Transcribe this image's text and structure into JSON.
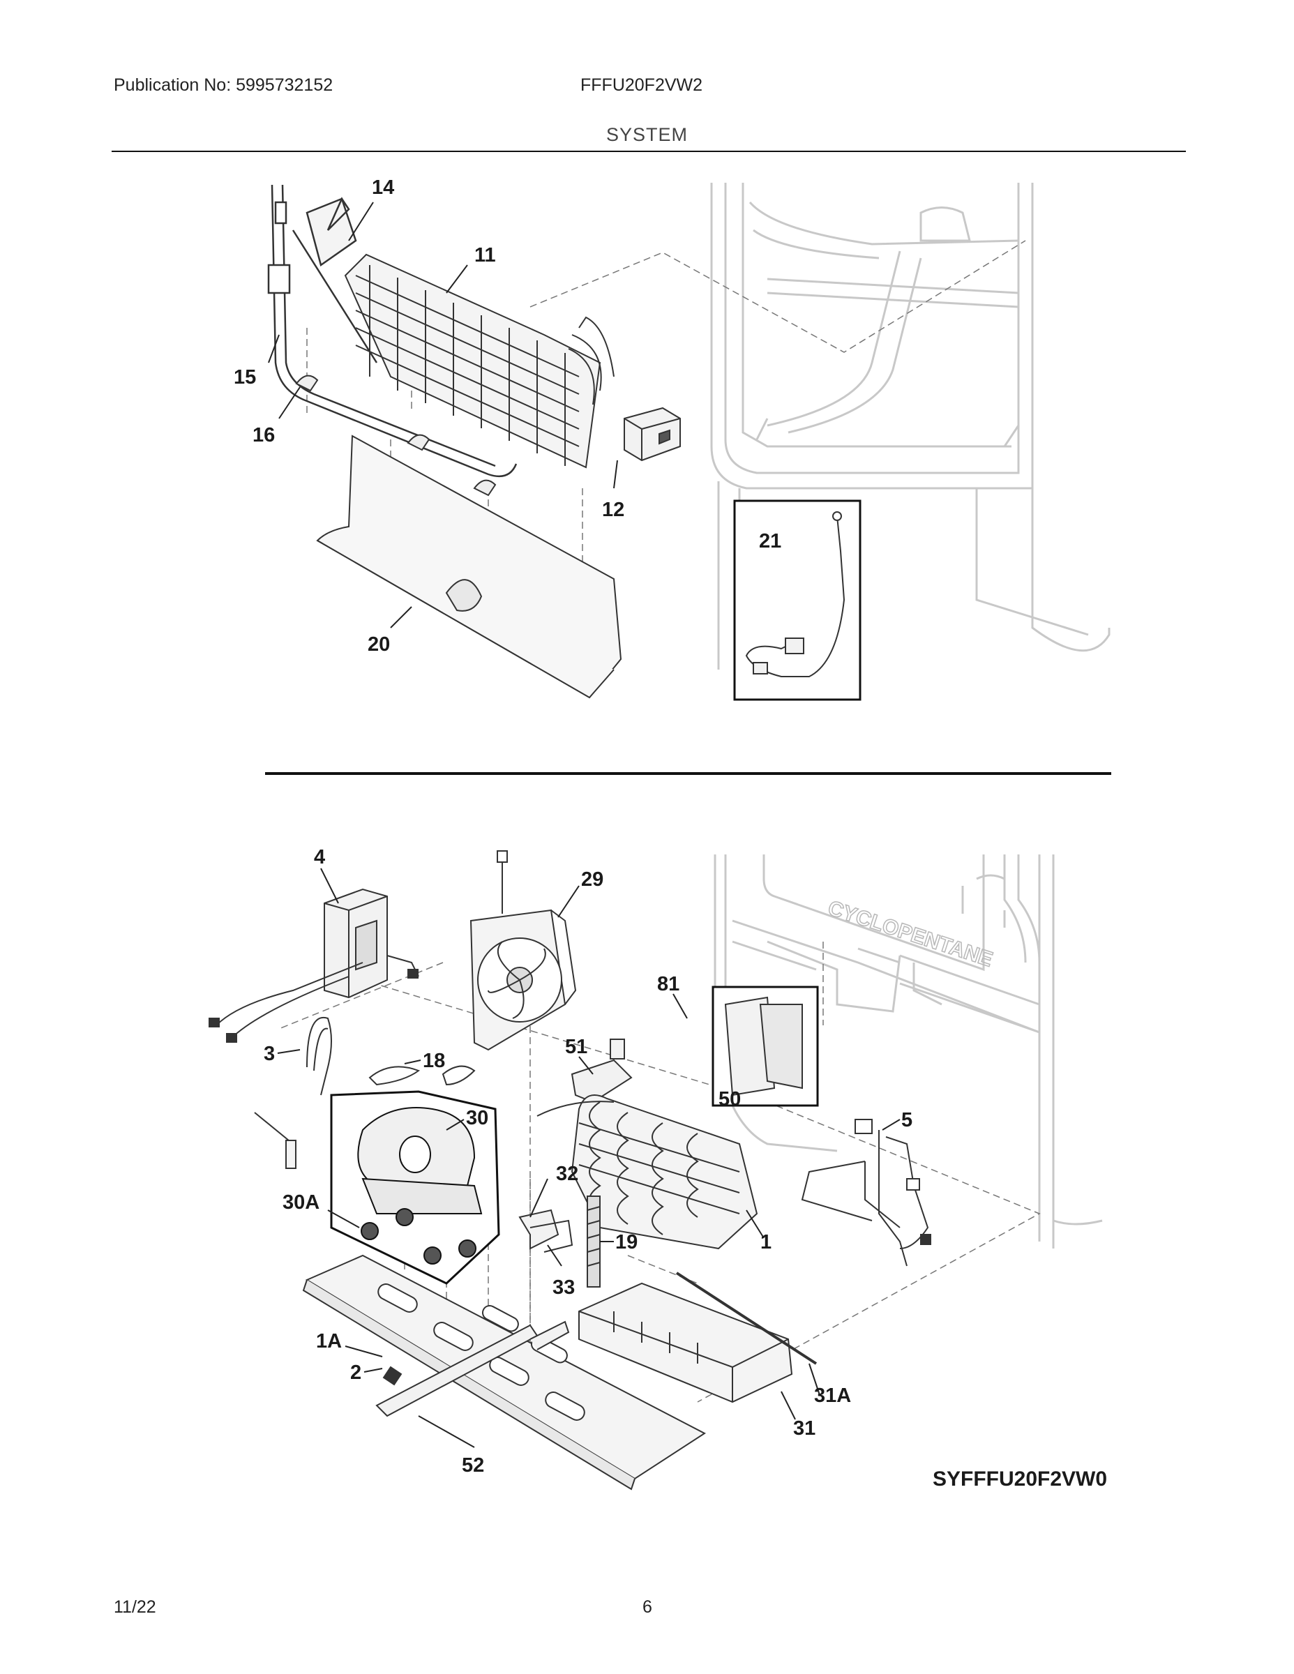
{
  "header": {
    "publication": "Publication No: 5995732152",
    "model": "FFFU20F2VW2",
    "section": "SYSTEM"
  },
  "diagram_code": "SYFFFU20F2VW0",
  "callouts": {
    "c14": "14",
    "c11": "11",
    "c15": "15",
    "c16": "16",
    "c12": "12",
    "c20": "20",
    "c21": "21",
    "c4": "4",
    "c29": "29",
    "c81": "81",
    "c3": "3",
    "c18": "18",
    "c51": "51",
    "c50": "50",
    "c30": "30",
    "c5": "5",
    "c30A": "30A",
    "c32": "32",
    "c19": "19",
    "c1": "1",
    "c33": "33",
    "c1A": "1A",
    "c2": "2",
    "c31A": "31A",
    "c31": "31",
    "c52": "52"
  },
  "cabinet_text": "CYCLOPENTANE",
  "footer": {
    "date": "11/22",
    "page": "6"
  }
}
